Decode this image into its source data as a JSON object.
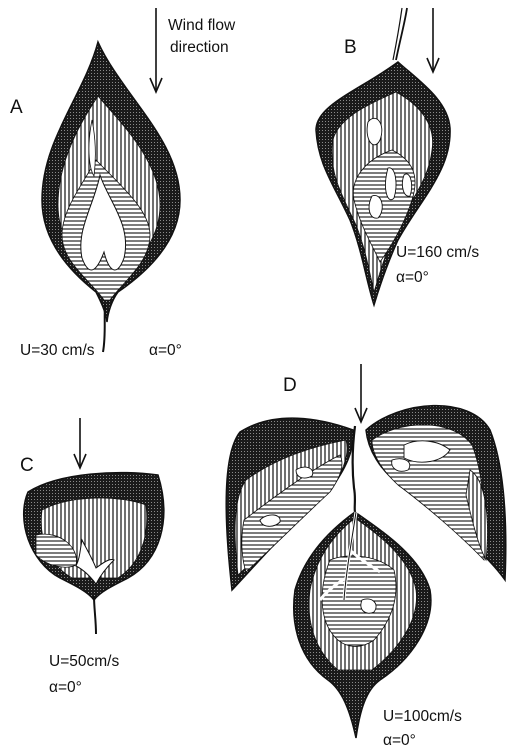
{
  "wind_label": [
    "Wind flow",
    "direction"
  ],
  "panels": [
    {
      "letter": "A",
      "speed": "U=30 cm/s",
      "angle": "α=0°"
    },
    {
      "letter": "B",
      "speed": "U=160 cm/s",
      "angle": "α=0°"
    },
    {
      "letter": "C",
      "speed": "U=50cm/s",
      "angle": "α=0°"
    },
    {
      "letter": "D",
      "speed": "U=100cm/s",
      "angle": "α=0°"
    }
  ],
  "colors": {
    "ink": "#111111",
    "paper": "#ffffff"
  }
}
